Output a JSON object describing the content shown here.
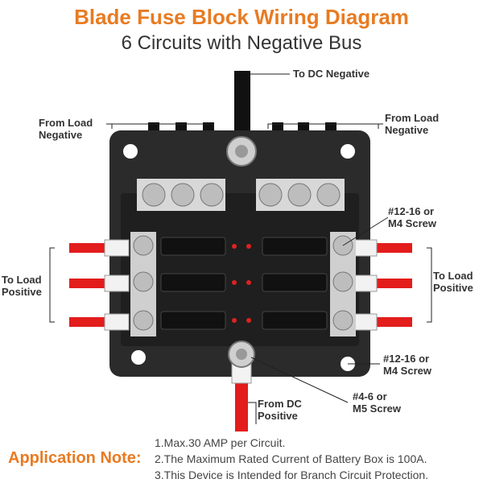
{
  "title": "Blade Fuse Block Wiring Diagram",
  "subtitle": "6 Circuits with Negative Bus",
  "labels": {
    "to_dc_negative": "To DC Negative",
    "from_load_negative_left": [
      "From Load",
      "Negative"
    ],
    "from_load_negative_right": [
      "From Load",
      "Negative"
    ],
    "to_load_positive_left": [
      "To Load",
      "Positive"
    ],
    "to_load_positive_right": [
      "To Load",
      "Positive"
    ],
    "screw_top": [
      "#12-16 or",
      "M4 Screw"
    ],
    "screw_bottom": [
      "#12-16 or",
      "M4 Screw"
    ],
    "screw_m5": [
      "#4-6 or",
      "M5 Screw"
    ],
    "from_dc_positive": [
      "From DC",
      "Positive"
    ]
  },
  "note": {
    "heading": "Application Note:",
    "lines": [
      "1.Max.30 AMP per Circuit.",
      "2.The Maximum Rated Current of Battery Box is 100A.",
      "3.This Device is Intended for Branch Circuit Protection."
    ]
  },
  "colors": {
    "accent": "#e87b22",
    "wire_negative": "#111111",
    "wire_positive": "#e31c1c",
    "block_body": "#2b2b2b"
  }
}
